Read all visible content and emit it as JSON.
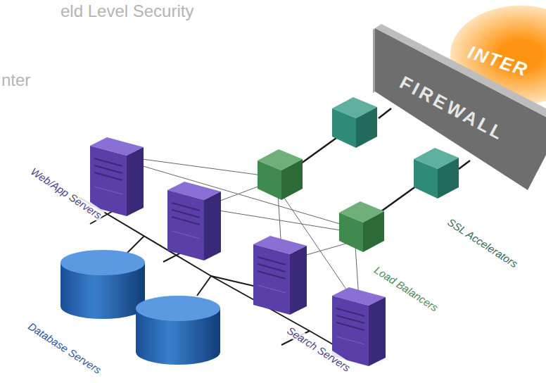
{
  "diagram": {
    "nodes": [
      {
        "text": [
          "FIREWALL"
        ]
      },
      {
        "text": [
          "INTER"
        ]
      }
    ],
    "labels": [
      "eld Level Security",
      "nter",
      "Web/App Servers",
      "Load Balancers",
      "SSL Accelerators",
      "Database Servers",
      "Search Servers"
    ]
  }
}
